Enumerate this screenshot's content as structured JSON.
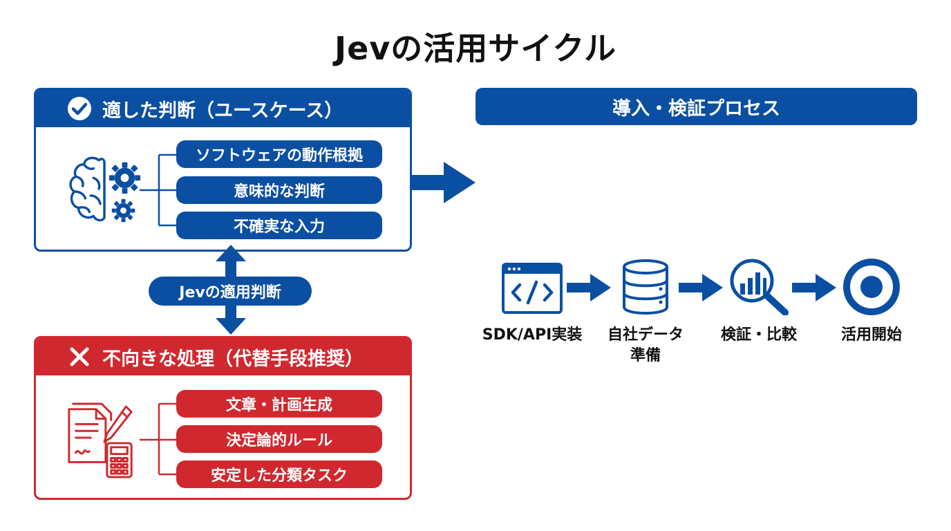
{
  "title": "Jevの活用サイクル",
  "suitable": {
    "header": "適した判断（ユースケース）",
    "items": [
      "ソフトウェアの動作根拠",
      "意味的な判断",
      "不確実な入力"
    ]
  },
  "center_label": "Jevの適用判断",
  "unsuitable": {
    "header": "不向きな処理（代替手段推奨）",
    "items": [
      "文章・計画生成",
      "決定論的ルール",
      "安定した分類タスク"
    ]
  },
  "process": {
    "header": "導入・検証プロセス",
    "steps": [
      {
        "line1": "SDK/API実装",
        "line2": "",
        "icon": "code-window-icon"
      },
      {
        "line1": "自社データ",
        "line2": "準備",
        "icon": "database-icon"
      },
      {
        "line1": "検証・比較",
        "line2": "",
        "icon": "magnifier-chart-icon"
      },
      {
        "line1": "活用開始",
        "line2": "",
        "icon": "target-icon"
      }
    ]
  },
  "colors": {
    "blue": "#0b4fa3",
    "red": "#d0282e"
  }
}
